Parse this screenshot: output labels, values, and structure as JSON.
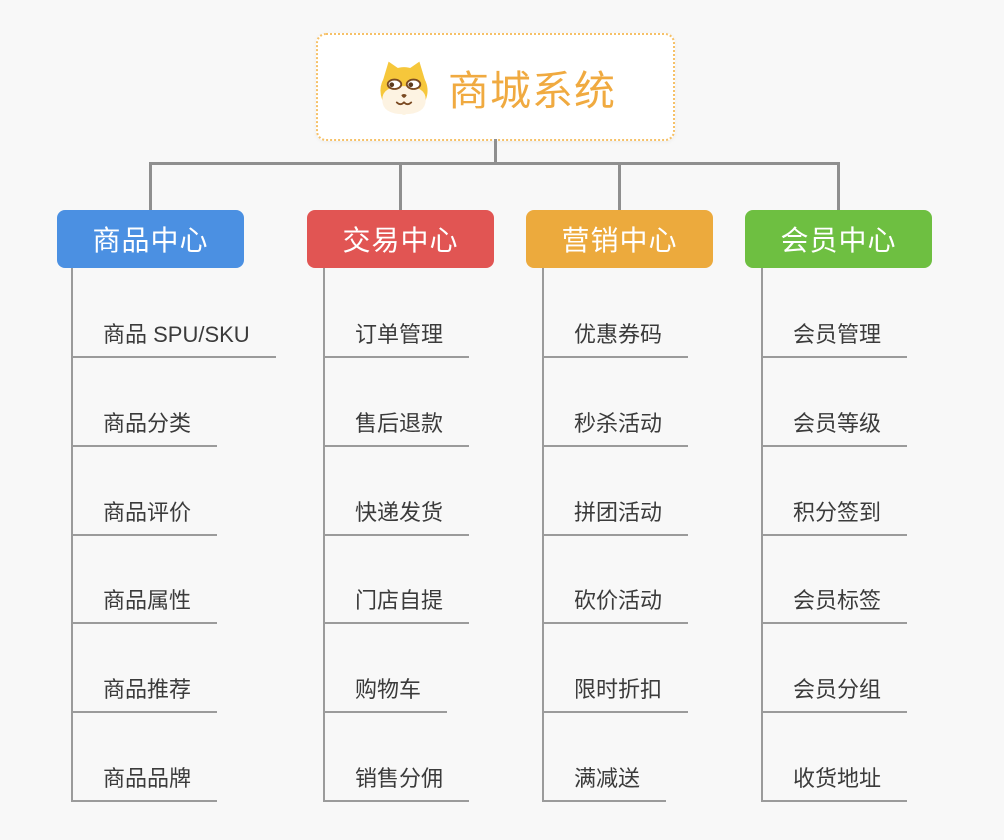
{
  "page": {
    "background": "#f8f8f8",
    "connector_color": "#8f8f8f",
    "leaf_line_color": "#9b9b9b"
  },
  "root": {
    "title": "商城系统",
    "icon": "dog-face-icon",
    "title_color": "#f0aa40",
    "border_color": "#f6c168"
  },
  "branches": [
    {
      "label": "商品中心",
      "color": "#4b90e2",
      "items": [
        "商品 SPU/SKU",
        "商品分类",
        "商品评价",
        "商品属性",
        "商品推荐",
        "商品品牌"
      ]
    },
    {
      "label": "交易中心",
      "color": "#e15553",
      "items": [
        "订单管理",
        "售后退款",
        "快递发货",
        "门店自提",
        "购物车",
        "销售分佣"
      ]
    },
    {
      "label": "营销中心",
      "color": "#ecaa3d",
      "items": [
        "优惠券码",
        "秒杀活动",
        "拼团活动",
        "砍价活动",
        "限时折扣",
        "满减送"
      ]
    },
    {
      "label": "会员中心",
      "color": "#6ebf41",
      "items": [
        "会员管理",
        "会员等级",
        "积分签到",
        "会员标签",
        "会员分组",
        "收货地址"
      ]
    }
  ]
}
